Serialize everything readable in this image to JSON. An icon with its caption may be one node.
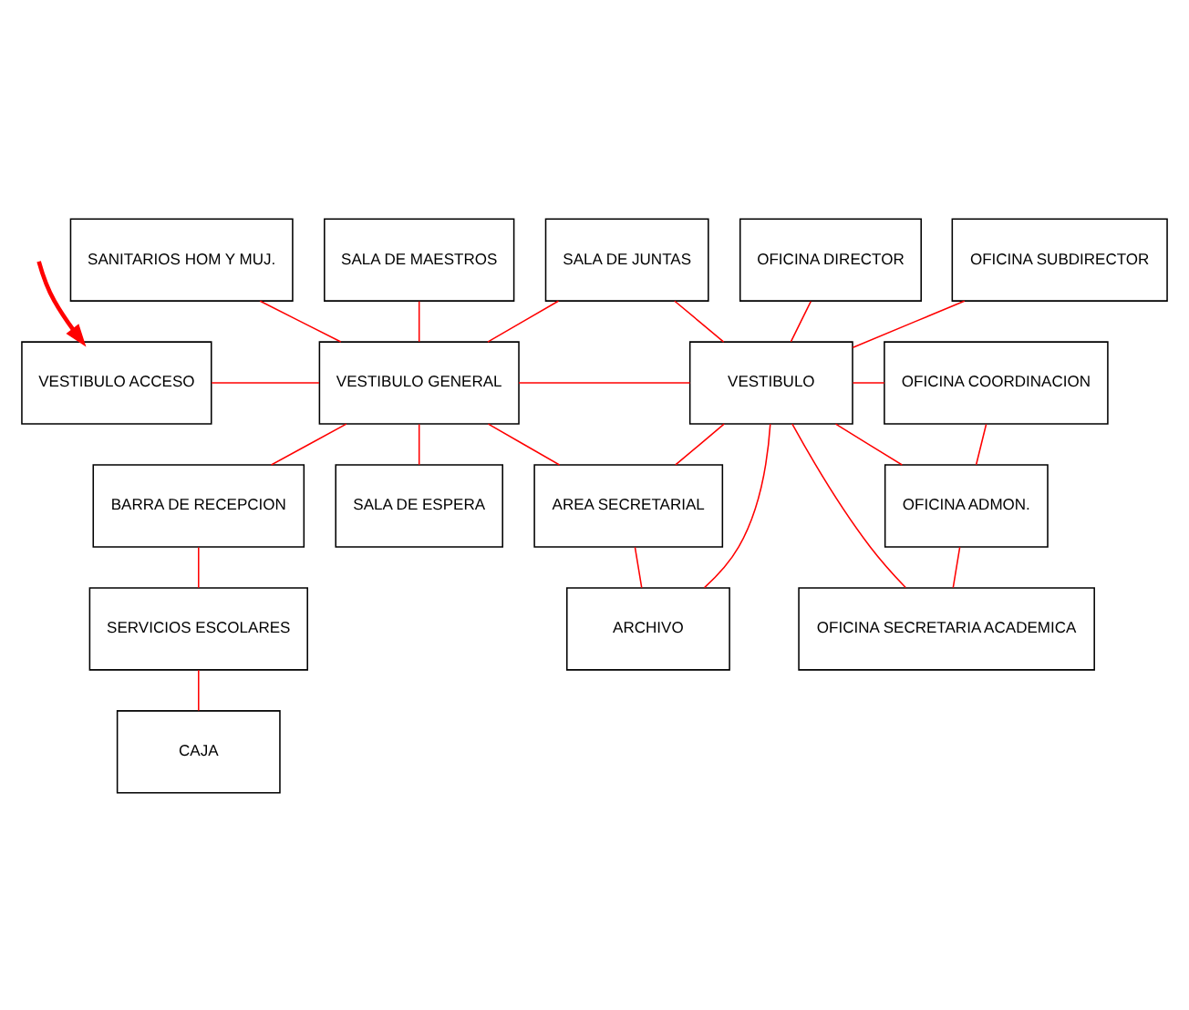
{
  "diagram": {
    "nodes": [
      {
        "text": [
          "SANITARIOS HOM Y MUJ."
        ]
      },
      {
        "text": [
          "SALA DE MAESTROS"
        ]
      },
      {
        "text": [
          "SALA DE JUNTAS"
        ]
      },
      {
        "text": [
          "OFICINA DIRECTOR"
        ]
      },
      {
        "text": [
          "OFICINA SUBDIRECTOR"
        ]
      },
      {
        "text": [
          "VESTIBULO ACCESO"
        ]
      },
      {
        "text": [
          "VESTIBULO GENERAL"
        ]
      },
      {
        "text": [
          "VESTIBULO"
        ]
      },
      {
        "text": [
          "OFICINA COORDINACION"
        ]
      },
      {
        "text": [
          "BARRA DE RECEPCION"
        ]
      },
      {
        "text": [
          "SALA DE ESPERA"
        ]
      },
      {
        "text": [
          "AREA SECRETARIAL"
        ]
      },
      {
        "text": [
          "OFICINA ADMON."
        ]
      },
      {
        "text": [
          "SERVICIOS ESCOLARES"
        ]
      },
      {
        "text": [
          "ARCHIVO"
        ]
      },
      {
        "text": [
          "OFICINA SECRETARIA ACADEMICA"
        ]
      },
      {
        "text": [
          "CAJA"
        ]
      }
    ],
    "edges": [
      {
        "from": null,
        "to": 5,
        "arrow": "to",
        "style": "thick"
      },
      {
        "from": 0,
        "to": 6,
        "arrow": "none"
      },
      {
        "from": 1,
        "to": 6,
        "arrow": "none"
      },
      {
        "from": 2,
        "to": 6,
        "arrow": "none"
      },
      {
        "from": 2,
        "to": 7,
        "arrow": "none"
      },
      {
        "from": 5,
        "to": 6,
        "arrow": "none"
      },
      {
        "from": 6,
        "to": 7,
        "arrow": "none"
      },
      {
        "from": 3,
        "to": 7,
        "arrow": "none"
      },
      {
        "from": 4,
        "to": 7,
        "arrow": "none"
      },
      {
        "from": 7,
        "to": 8,
        "arrow": "none"
      },
      {
        "from": 7,
        "to": 12,
        "arrow": "none"
      },
      {
        "from": 7,
        "to": 15,
        "arrow": "none"
      },
      {
        "from": 8,
        "to": 12,
        "arrow": "none"
      },
      {
        "from": 12,
        "to": 15,
        "arrow": "none"
      },
      {
        "from": 6,
        "to": 9,
        "arrow": "none"
      },
      {
        "from": 6,
        "to": 10,
        "arrow": "none"
      },
      {
        "from": 6,
        "to": 11,
        "arrow": "none"
      },
      {
        "from": 7,
        "to": 11,
        "arrow": "none"
      },
      {
        "from": 7,
        "to": 14,
        "arrow": "none"
      },
      {
        "from": 11,
        "to": 14,
        "arrow": "none"
      },
      {
        "from": 9,
        "to": 13,
        "arrow": "none"
      },
      {
        "from": 13,
        "to": 16,
        "arrow": "none"
      }
    ]
  }
}
